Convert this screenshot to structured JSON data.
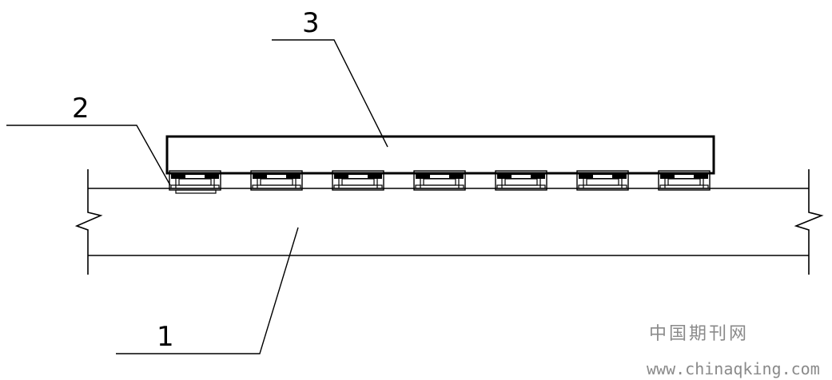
{
  "callouts": {
    "label_1": "1",
    "label_2": "2",
    "label_3": "3"
  },
  "watermark": {
    "site_name": "中国期刊网",
    "url": "www.chinaqking.com"
  },
  "colors": {
    "line": "#000000",
    "watermark": "#8a8a8a",
    "background": "#ffffff"
  },
  "bearings": {
    "count": 7
  }
}
